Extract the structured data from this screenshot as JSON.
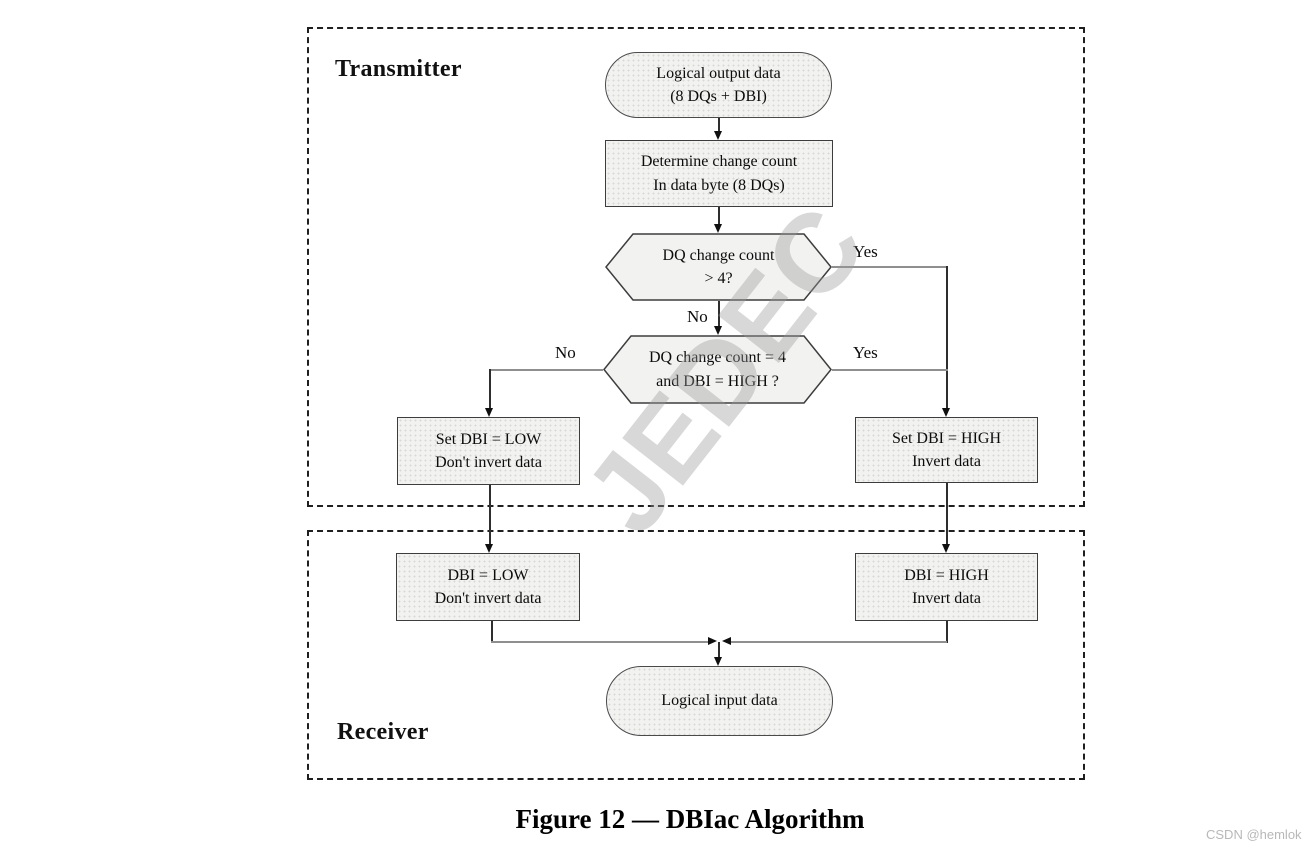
{
  "diagram": {
    "regions": {
      "transmitter_label": "Transmitter",
      "receiver_label": "Receiver"
    },
    "nodes": {
      "logical_output": {
        "line1": "Logical output data",
        "line2": "(8 DQs + DBI)"
      },
      "determine_count": {
        "line1": "Determine change count",
        "line2": "In data byte (8 DQs)"
      },
      "decision_gt4": {
        "line1": "DQ change count",
        "line2": "> 4?"
      },
      "decision_eq4": {
        "line1": "DQ change count = 4",
        "line2": "and DBI = HIGH ?"
      },
      "set_dbi_low": {
        "line1": "Set DBI = LOW",
        "line2": "Don't invert data"
      },
      "set_dbi_high": {
        "line1": "Set DBI = HIGH",
        "line2": "Invert data"
      },
      "dbi_low": {
        "line1": "DBI = LOW",
        "line2": "Don't invert data"
      },
      "dbi_high": {
        "line1": "DBI = HIGH",
        "line2": "Invert data"
      },
      "logical_input": {
        "line1": "Logical input data"
      }
    },
    "edge_labels": {
      "yes1": "Yes",
      "no1": "No",
      "no2": "No",
      "yes2": "Yes"
    },
    "watermark": "JEDEC",
    "caption": "Figure 12 — DBIac Algorithm",
    "credit": "CSDN @hemlok",
    "colors": {
      "node_fill": "#f2f2f1",
      "node_border": "#3d3d3d",
      "dashed_border": "#1f1f1f",
      "connector_gray": "#8f8f8f",
      "line_dark": "#2e2e2e",
      "watermark_gray": "#d6d6d6",
      "credit_gray": "#b8b8b8"
    }
  }
}
